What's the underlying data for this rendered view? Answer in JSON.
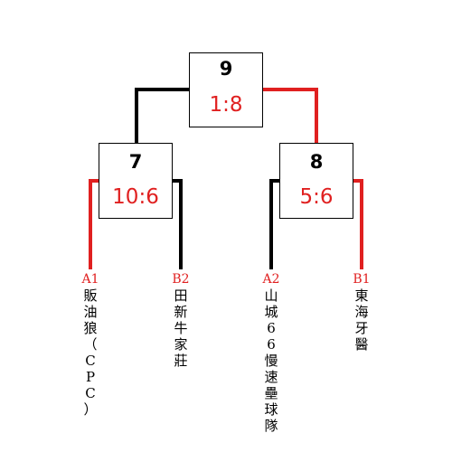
{
  "matches": {
    "final": {
      "number": "9",
      "score": "1:8"
    },
    "left": {
      "number": "7",
      "score": "10:6"
    },
    "right": {
      "number": "8",
      "score": "5:6"
    }
  },
  "teams": [
    {
      "seed": "A1",
      "name": "販油狼（CPC）"
    },
    {
      "seed": "B2",
      "name": "田新牛家莊"
    },
    {
      "seed": "A2",
      "name": "山城66慢速壘球隊"
    },
    {
      "seed": "B1",
      "name": "東海牙醫"
    }
  ],
  "colors": {
    "winner_line": "#e02020",
    "loser_line": "#000000",
    "score": "#e02020"
  }
}
